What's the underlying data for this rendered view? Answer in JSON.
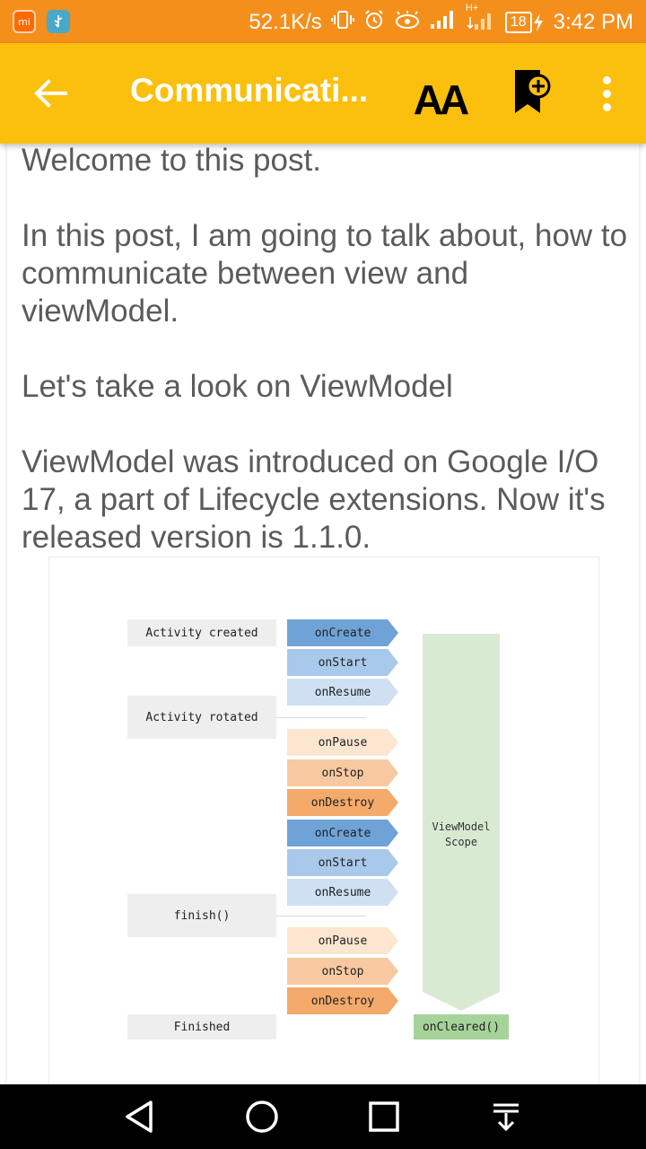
{
  "status_bar": {
    "speed": "52.1K/s",
    "network_type": "H+",
    "battery": "18",
    "time": "3:42 PM",
    "icons": [
      "mi-app-icon",
      "usb-icon",
      "vibrate-icon",
      "alarm-icon",
      "eye-icon",
      "signal-icon",
      "signal2-icon",
      "battery-icon",
      "charging-icon"
    ]
  },
  "app_bar": {
    "title": "Communicati...",
    "font_size_label": "AA",
    "icons": [
      "back-arrow-icon",
      "font-size-icon",
      "bookmark-add-icon",
      "more-vert-icon"
    ]
  },
  "article": {
    "paragraphs": [
      "Welcome to this post.",
      "In this post, I am going to talk about, how to communicate between view and viewModel.",
      "Let's take a look on ViewModel",
      "ViewModel was introduced on Google I/O 17, a part of Lifecycle extensions. Now it's released version is 1.1.0."
    ]
  },
  "diagram": {
    "labels": [
      "Activity created",
      "Activity rotated",
      "finish()",
      "Finished"
    ],
    "steps": [
      "onCreate",
      "onStart",
      "onResume",
      "onPause",
      "onStop",
      "onDestroy",
      "onCreate",
      "onStart",
      "onResume",
      "onPause",
      "onStop",
      "onDestroy"
    ],
    "scope_label_line1": "ViewModel",
    "scope_label_line2": "Scope",
    "cleared_label": "onCleared()"
  },
  "colors": {
    "status_bar": "#f58f1c",
    "app_bar": "#fbbf0d",
    "blue_dark": "#6fa3d8",
    "blue_mid": "#a9c9ea",
    "blue_light": "#cfe0f3",
    "orange_light": "#fde6d0",
    "orange_mid": "#f8c9a0",
    "orange_dark": "#f3aa6b",
    "scope_green": "#d9ead3",
    "cleared_green": "#a6d39a"
  },
  "nav_bar": {
    "icons": [
      "back-triangle-icon",
      "home-circle-icon",
      "recents-square-icon",
      "notification-pull-icon"
    ]
  }
}
